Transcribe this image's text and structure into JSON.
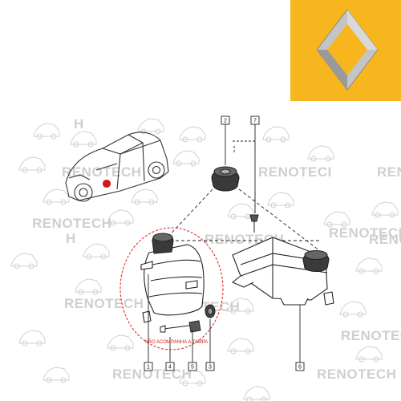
{
  "brand": {
    "logo_name": "renault-diamond-logo",
    "panel_color": "#f7b51e",
    "diamond_color": "#b8b8b8"
  },
  "watermark": {
    "text": "RENOTECH",
    "fragment_ci": "RENOTECI",
    "fragment_h": "H",
    "color": "#cfcfcf"
  },
  "note": {
    "text": "NÃO ACOMPANHA A TAMPA",
    "color": "#d02020"
  },
  "callouts": {
    "c1": "1",
    "c2": "2",
    "c3": "3",
    "c4": "4",
    "c5": "5",
    "c6": "6",
    "c7": "7"
  }
}
